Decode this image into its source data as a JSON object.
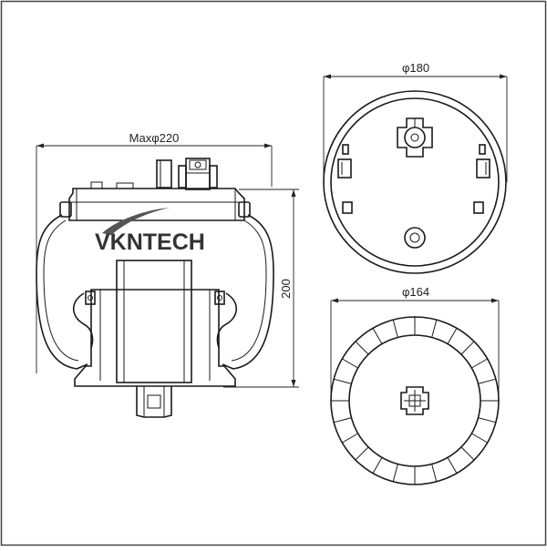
{
  "drawing": {
    "border_color": "#444444",
    "line_color": "#1a1a1a",
    "brand_color": "#333333"
  },
  "brand": {
    "name": "VKNTECH",
    "swoosh_icon": "swoosh-icon"
  },
  "dimensions": {
    "max_width_label": "Maxφ220",
    "height_label": "200",
    "top_plate_diameter_label": "φ180",
    "piston_diameter_label": "φ164"
  }
}
